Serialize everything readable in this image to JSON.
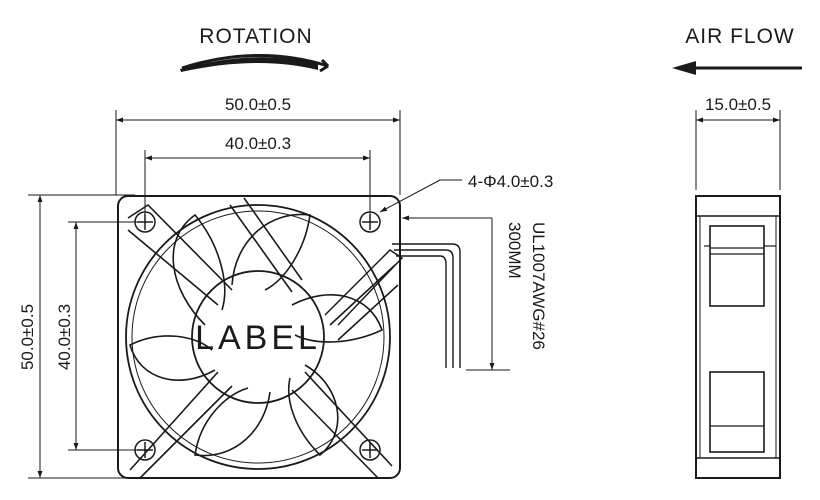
{
  "headings": {
    "rotation": "ROTATION",
    "air_flow": "AIR FLOW"
  },
  "dimensions": {
    "outer_width": "50.0±0.5",
    "hole_pitch_width": "40.0±0.3",
    "outer_height": "50.0±0.5",
    "hole_pitch_height": "40.0±0.3",
    "depth": "15.0±0.5",
    "mounting_holes": "4-Φ4.0±0.3"
  },
  "wire": {
    "spec": "UL1007AWG#26",
    "length": "300MM"
  },
  "hub_label": "LABEL"
}
